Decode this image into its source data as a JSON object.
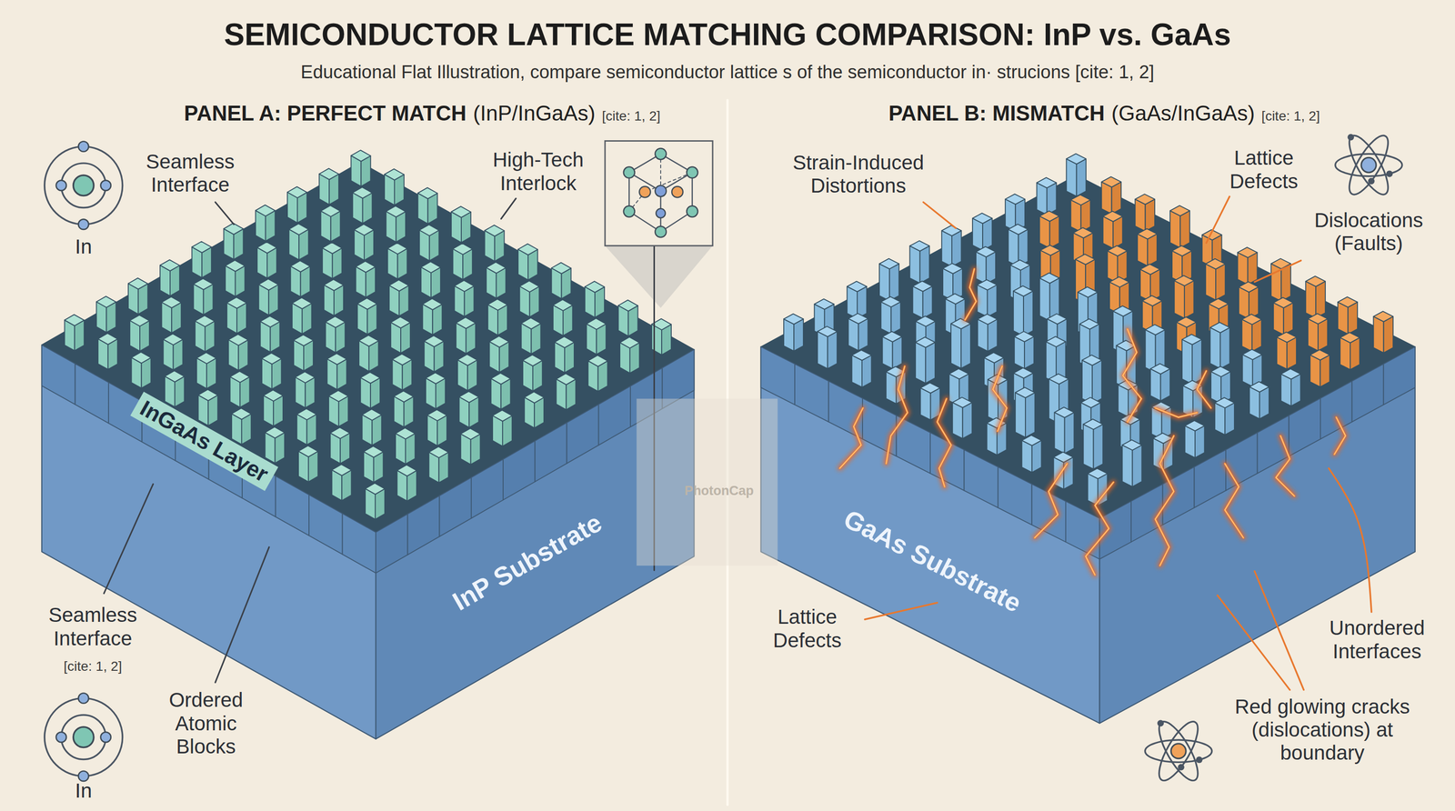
{
  "diagram": {
    "title": "SEMICONDUCTOR LATTICE MATCHING COMPARISON: InP vs. GaAs",
    "labels": [
      "Educational Flat Illustration, compare semiconductor lattice s of the semiconductor in· strucions [cite: 1, 2]",
      "PANEL A: PERFECT MATCH",
      "(InP/InGaAs)",
      "[cite: 1, 2]",
      "Seamless Interface",
      "High-Tech Interlock",
      "In",
      "InGaAs Layer",
      "InP Substrate",
      "Seamless Interface",
      "[cite: 1, 2]",
      "Ordered Atomic Blocks",
      "In",
      "PhotonCap",
      "PANEL B: MISMATCH",
      "(GaAs/InGaAs)",
      "[cite: 1, 2]",
      "Strain-Induced Distortions",
      "Lattice Defects",
      "Dislocations (Faults)",
      "GaAs Substrate",
      "Lattice Defects",
      "Unordered Interfaces",
      "Red glowing cracks (dislocations) at boundary"
    ]
  }
}
